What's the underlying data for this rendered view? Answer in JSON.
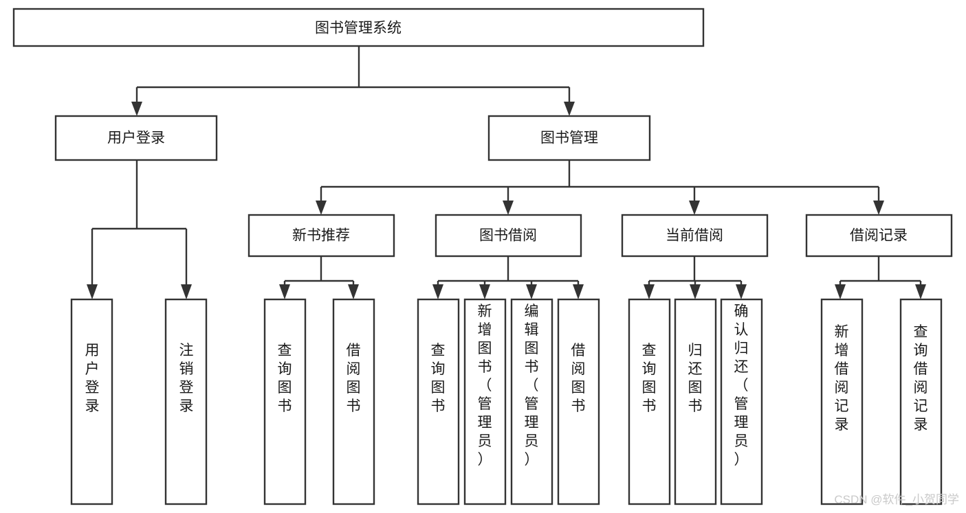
{
  "diagram": {
    "title": "图书管理系统",
    "type": "hierarchy-tree",
    "root": {
      "id": "root",
      "label": "图书管理系统",
      "orientation": "horizontal"
    },
    "level2": [
      {
        "id": "user-login",
        "label": "用户登录",
        "orientation": "horizontal"
      },
      {
        "id": "book-manage",
        "label": "图书管理",
        "orientation": "horizontal"
      }
    ],
    "level3": [
      {
        "id": "new-book-recommend",
        "label": "新书推荐",
        "parent": "book-manage",
        "orientation": "horizontal"
      },
      {
        "id": "book-borrow",
        "label": "图书借阅",
        "parent": "book-manage",
        "orientation": "horizontal"
      },
      {
        "id": "current-borrow",
        "label": "当前借阅",
        "parent": "book-manage",
        "orientation": "horizontal"
      },
      {
        "id": "borrow-record",
        "label": "借阅记录",
        "parent": "book-manage",
        "orientation": "horizontal"
      }
    ],
    "leaves": [
      {
        "id": "leaf-user-login",
        "label": "用户登录",
        "parent": "user-login",
        "orientation": "vertical"
      },
      {
        "id": "leaf-logout-login",
        "label": "注销登录",
        "parent": "user-login",
        "orientation": "vertical"
      },
      {
        "id": "leaf-query-book-1",
        "label": "查询图书",
        "parent": "new-book-recommend",
        "orientation": "vertical"
      },
      {
        "id": "leaf-borrow-book-1",
        "label": "借阅图书",
        "parent": "new-book-recommend",
        "orientation": "vertical"
      },
      {
        "id": "leaf-query-book-2",
        "label": "查询图书",
        "parent": "book-borrow",
        "orientation": "vertical"
      },
      {
        "id": "leaf-add-book",
        "label": "新增图书（管理员）",
        "parent": "book-borrow",
        "orientation": "vertical"
      },
      {
        "id": "leaf-edit-book",
        "label": "编辑图书（管理员）",
        "parent": "book-borrow",
        "orientation": "vertical"
      },
      {
        "id": "leaf-borrow-book-2",
        "label": "借阅图书",
        "parent": "book-borrow",
        "orientation": "vertical"
      },
      {
        "id": "leaf-query-book-3",
        "label": "查询图书",
        "parent": "current-borrow",
        "orientation": "vertical"
      },
      {
        "id": "leaf-return-book",
        "label": "归还图书",
        "parent": "current-borrow",
        "orientation": "vertical"
      },
      {
        "id": "leaf-confirm-return",
        "label": "确认归还（管理员）",
        "parent": "current-borrow",
        "orientation": "vertical"
      },
      {
        "id": "leaf-add-record",
        "label": "新增借阅记录",
        "parent": "borrow-record",
        "orientation": "vertical"
      },
      {
        "id": "leaf-query-record",
        "label": "查询借阅记录",
        "parent": "borrow-record",
        "orientation": "vertical"
      }
    ],
    "colors": {
      "box_stroke": "#333333",
      "box_fill": "#ffffff",
      "text": "#1a1a1a",
      "connector": "#333333",
      "watermark": "#c9c9c9",
      "background": "#ffffff"
    }
  },
  "watermark": {
    "text": "CSDN @软件_小贺同学"
  }
}
